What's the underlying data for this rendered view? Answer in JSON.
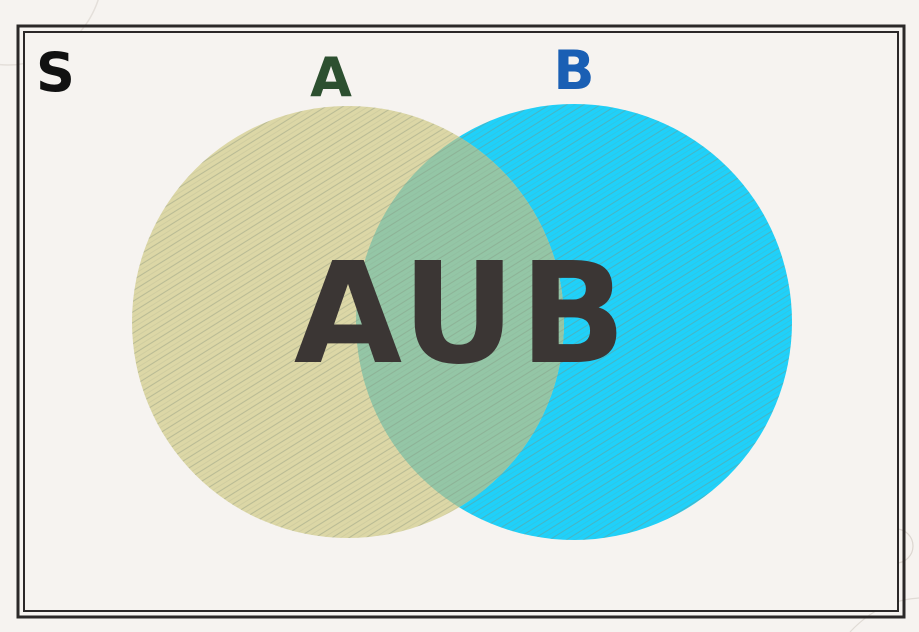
{
  "diagram": {
    "universe_label": "S",
    "set_a": {
      "label": "A",
      "label_color": "#2d5030",
      "fill_color": "#dcd7a6"
    },
    "set_b": {
      "label": "B",
      "label_color": "#1a5fb4",
      "fill_color": "#1fd1fa"
    },
    "overlap_color": "#94c6a6",
    "hatch_color": "#7e8c78",
    "operation_label": "AUB",
    "operation_color": "#3b3634"
  }
}
